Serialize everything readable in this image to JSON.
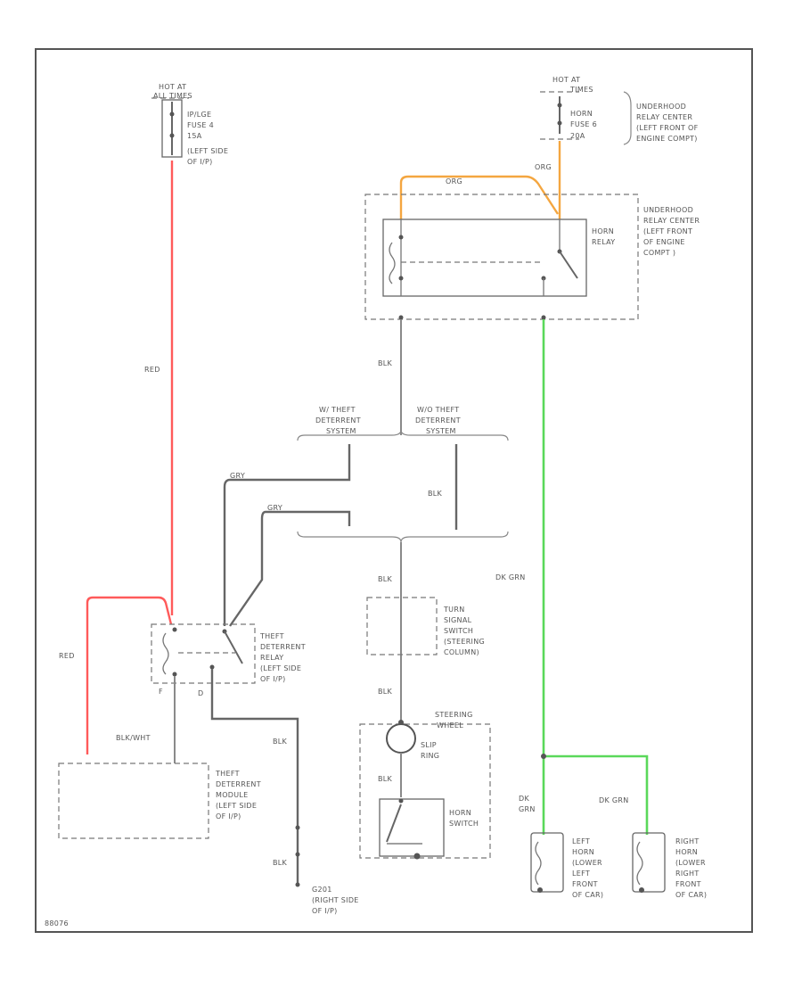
{
  "labels": {
    "hot_left_1": "HOT AT",
    "hot_left_2": "ALL TIMES",
    "fuse_left_1": "IP/LGE",
    "fuse_left_2": "FUSE 4",
    "fuse_left_3": "15A",
    "fuse_left_4": "(LEFT SIDE",
    "fuse_left_5": "OF I/P)",
    "hot_right_1": "HOT AT",
    "hot_right_2": "TIMES",
    "fuse_right_1": "HORN",
    "fuse_right_2": "FUSE 6",
    "fuse_right_3": "20A",
    "urc_top_1": "UNDERHOOD",
    "urc_top_2": "RELAY CENTER",
    "urc_top_3": "(LEFT FRONT OF",
    "urc_top_4": "ENGINE COMPT)",
    "wire_org_top": "ORG",
    "wire_org_side": "ORG",
    "urc_mid_1": "UNDERHOOD",
    "urc_mid_2": "RELAY CENTER",
    "urc_mid_3": "(LEFT FRONT",
    "urc_mid_4": "OF ENGINE",
    "urc_mid_5": "COMPT )",
    "horn_relay_1": "HORN",
    "horn_relay_2": "RELAY",
    "wire_red_top": "RED",
    "wire_blk_1": "BLK",
    "w_theft_1": "W/ THEFT",
    "w_theft_2": "DETERRENT",
    "w_theft_3": "SYSTEM",
    "wo_theft_1": "W/O THEFT",
    "wo_theft_2": "DETERRENT",
    "wo_theft_3": "SYSTEM",
    "wire_gray_1": "GRY",
    "wire_gray_2": "GRY",
    "wire_blk_2": "BLK",
    "wire_dkgrn": "DK GRN",
    "wire_blk_3": "BLK",
    "turn_1": "TURN",
    "turn_2": "SIGNAL",
    "turn_3": "SWITCH",
    "turn_4": "(STEERING",
    "turn_5": "COLUMN)",
    "wire_red_left": "RED",
    "tdr_1": "THEFT",
    "tdr_2": "DETERRENT",
    "tdr_3": "RELAY",
    "tdr_4": "(LEFT SIDE",
    "tdr_5": "OF I/P)",
    "pin_f": "F",
    "pin_d": "D",
    "wire_blkwht": "BLK/WHT",
    "wire_blk_4": "BLK",
    "wire_blk_5": "BLK",
    "steer_1": "STEERING",
    "steer_2": "WHEEL",
    "slip_1": "SLIP",
    "slip_2": "RING",
    "wire_blk_6": "BLK",
    "horn_sw_1": "HORN",
    "horn_sw_2": "SWITCH",
    "tdm_1": "THEFT",
    "tdm_2": "DETERRENT",
    "tdm_3": "MODULE",
    "tdm_4": "(LEFT SIDE",
    "tdm_5": "OF I/P)",
    "wire_blk_7": "BLK",
    "ground_1": "G201",
    "ground_2": "(RIGHT SIDE",
    "ground_3": "OF I/P)",
    "wire_dkgrn_2a": "DK",
    "wire_dkgrn_2b": "GRN",
    "wire_dkgrn_3": "DK GRN",
    "lhorn_1": "LEFT",
    "lhorn_2": "HORN",
    "lhorn_3": "(LOWER",
    "lhorn_4": "LEFT",
    "lhorn_5": "FRONT",
    "lhorn_6": "OF CAR)",
    "rhorn_1": "RIGHT",
    "rhorn_2": "HORN",
    "rhorn_3": "(LOWER",
    "rhorn_4": "RIGHT",
    "rhorn_5": "FRONT",
    "rhorn_6": "OF CAR)",
    "figure_id": "88076"
  }
}
